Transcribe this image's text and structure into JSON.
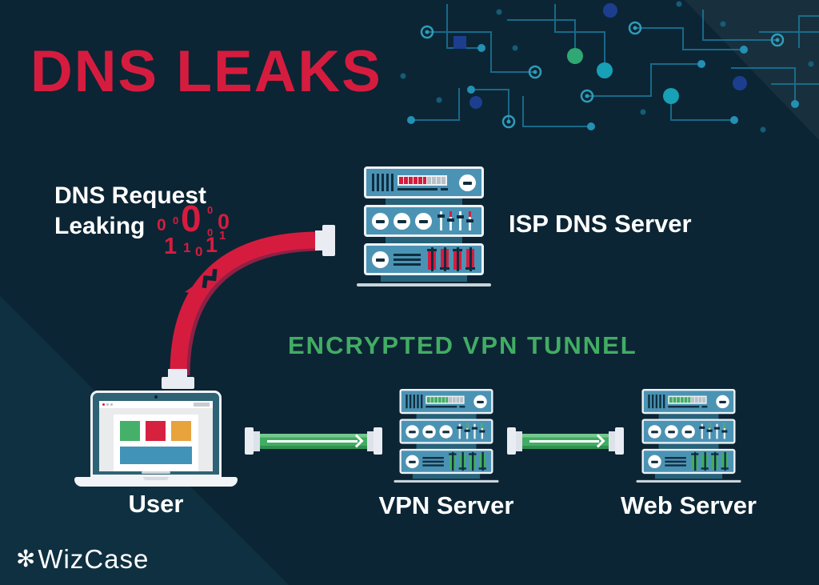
{
  "header": {
    "title": "DNS LEAKS"
  },
  "colors": {
    "accent_red": "#d51c3f",
    "accent_green": "#41ad63",
    "server_blue": "#4b93b4",
    "background": "#0c2534",
    "tunnel_text_green": "#41ad63"
  },
  "diagram": {
    "leak_label": {
      "line1": "DNS Request",
      "line2": "Leaking"
    },
    "binary_digits": [
      "0",
      "0",
      "0",
      "0",
      "0",
      "0",
      "1",
      "1",
      "0",
      "1",
      "1"
    ],
    "tunnel_label": "ENCRYPTED VPN TUNNEL",
    "isp_server_label": "ISP DNS Server",
    "user_label": "User",
    "vpn_server_label": "VPN Server",
    "web_server_label": "Web Server"
  },
  "footer": {
    "logo_star": "✻",
    "logo_text": "WizCase"
  }
}
